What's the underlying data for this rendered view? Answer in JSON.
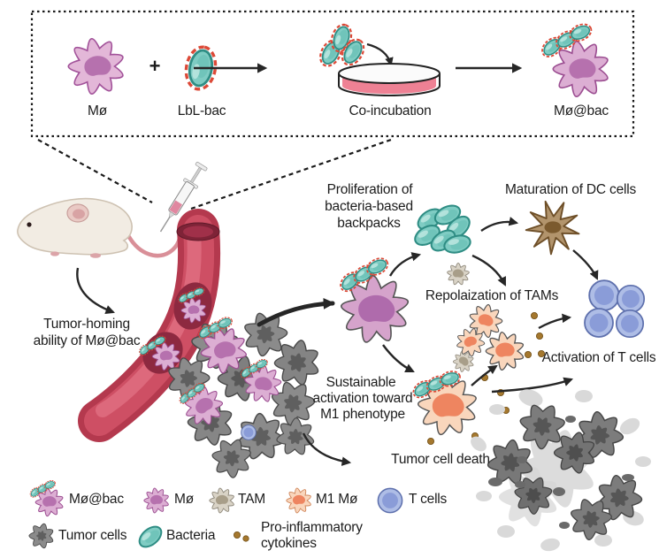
{
  "figure": {
    "top_panel": {
      "mo_label": "Mø",
      "plus_sign": "+",
      "lbl_bac_label": "LbL-bac",
      "co_incubation_label": "Co-incubation",
      "mo_bac_label": "Mø@bac"
    },
    "labels": {
      "tumor_homing_1": "Tumor-homing",
      "tumor_homing_2": "ability of Mø@bac",
      "proliferation_1": "Proliferation of",
      "proliferation_2": "bacteria-based",
      "proliferation_3": "backpacks",
      "maturation_dc": "Maturation of DC cells",
      "repolarization": "Repolaization of TAMs",
      "sustainable_1": "Sustainable",
      "sustainable_2": "activation toward",
      "sustainable_3": "M1 phenotype",
      "activation_t": "Activation of T cells",
      "tumor_death": "Tumor cell death"
    },
    "legend": {
      "mo_bac": "Mø@bac",
      "mo": "Mø",
      "tam": "TAM",
      "m1": "M1 Mø",
      "t_cells": "T cells",
      "tumor_cells": "Tumor cells",
      "bacteria": "Bacteria",
      "cytokines_1": "Pro-inflammatory",
      "cytokines_2": "cytokines"
    },
    "colors": {
      "macrophage": "#dcaed3",
      "macrophage_nucleus": "#b671ae",
      "bacteria": "#7fccc3",
      "bacteria_outline": "#2f8d84",
      "lbl_coat": "#dc4937",
      "tam": "#d9d3c6",
      "m1_macrophage": "#f9d6bc",
      "m1_nucleus": "#ee8560",
      "t_cell": "#aebde6",
      "dc_cell": "#b2946c",
      "tumor_cell": "#8b8b8b",
      "cytokine": "#a5782e",
      "vessel": "#c04a60",
      "dish_media": "#ee8194"
    }
  }
}
